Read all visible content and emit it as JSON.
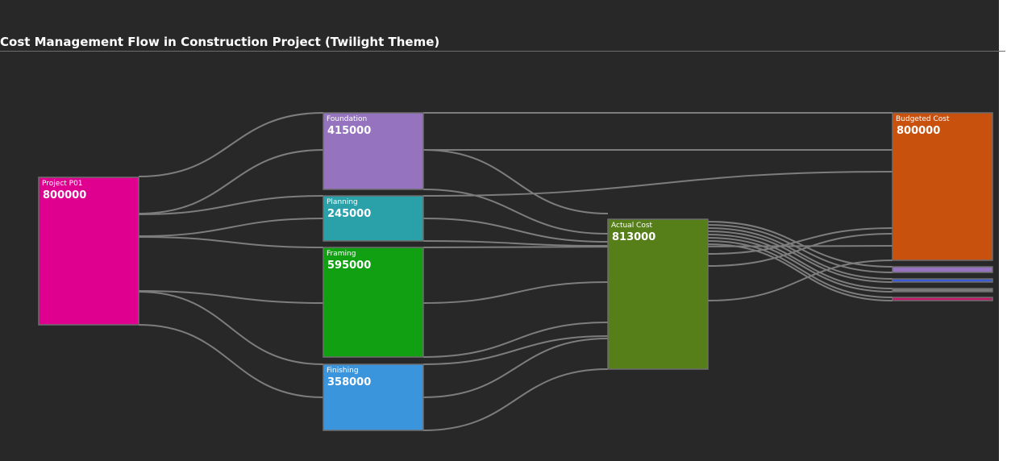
{
  "title": "Cost Management Flow in Construction Project (Twilight Theme)",
  "colors": {
    "background": "#282828",
    "link": "#7d7d7d",
    "node_border": "#6e6e6e"
  },
  "chart_data": {
    "type": "sankey",
    "nodes": [
      {
        "id": "project",
        "name": "Project P01",
        "value": 800000,
        "color": "#e0008f"
      },
      {
        "id": "foundation",
        "name": "Foundation",
        "value": 415000,
        "color": "#9673be"
      },
      {
        "id": "planning",
        "name": "Planning",
        "value": 245000,
        "color": "#2aa0a8"
      },
      {
        "id": "framing",
        "name": "Framing",
        "value": 595000,
        "color": "#12a013"
      },
      {
        "id": "finishing",
        "name": "Finishing",
        "value": 358000,
        "color": "#3b95dc"
      },
      {
        "id": "actual",
        "name": "Actual Cost",
        "value": 813000,
        "color": "#567f1a"
      },
      {
        "id": "budgeted",
        "name": "Budgeted Cost",
        "value": 800000,
        "color": "#c9510e"
      },
      {
        "id": "r1",
        "name": "",
        "value": null,
        "color": "#9673be"
      },
      {
        "id": "r2",
        "name": "",
        "value": null,
        "color": "#3b5bd6"
      },
      {
        "id": "r3",
        "name": "",
        "value": null,
        "color": "#7d7d7d"
      },
      {
        "id": "r4",
        "name": "",
        "value": null,
        "color": "#c2186a"
      }
    ]
  }
}
